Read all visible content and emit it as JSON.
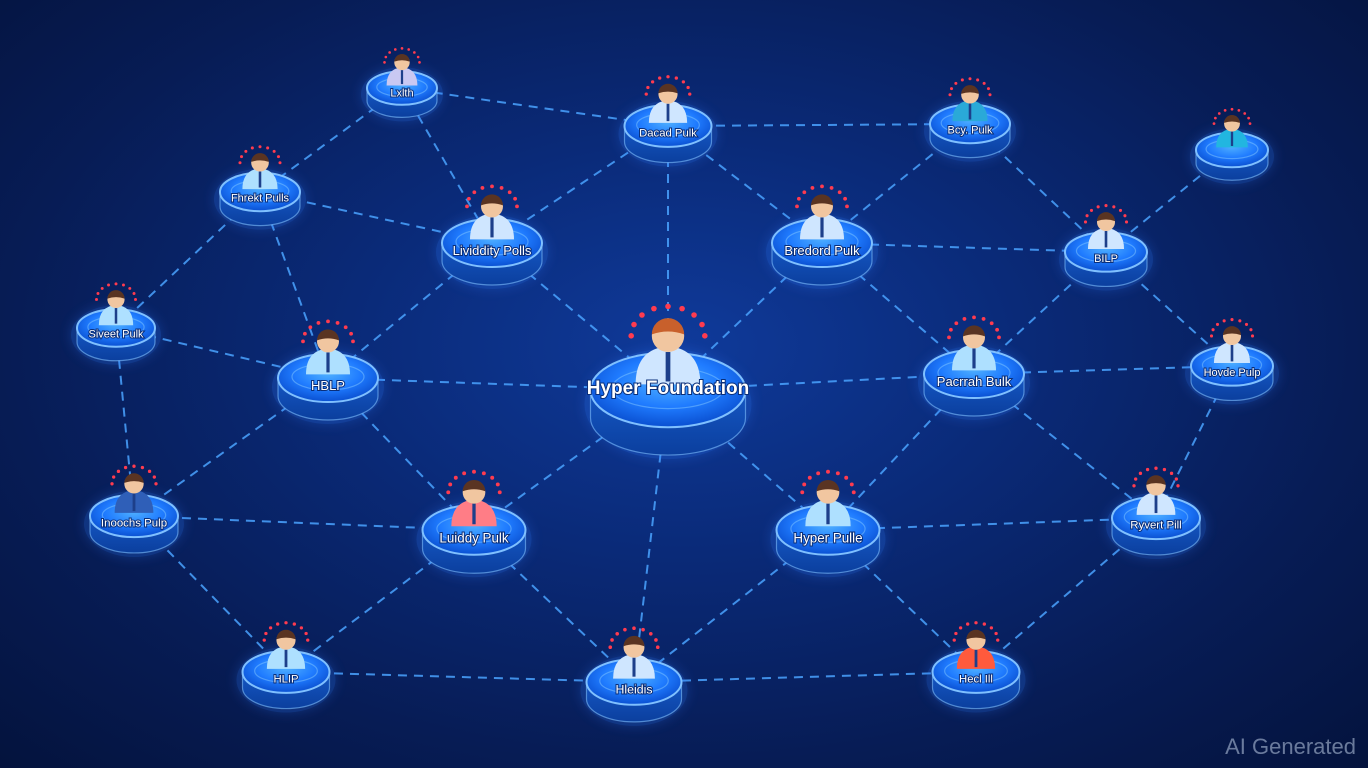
{
  "diagram": {
    "center": {
      "label": "Hyper Foundation",
      "shirt": "#cfe6ff"
    },
    "nodes": [
      {
        "id": "n-top-left",
        "label": "Lxlth",
        "shirt": "#c9c8f2"
      },
      {
        "id": "n-top-mid",
        "label": "Dacad Pulk",
        "shirt": "#cfe6ff"
      },
      {
        "id": "n-top-right",
        "label": "Bcy. Pulk",
        "shirt": "#2aa9d8"
      },
      {
        "id": "n-far-right-top",
        "label": "",
        "shirt": "#22b6e0"
      },
      {
        "id": "n-pheet",
        "label": "Fhrekt Pulls",
        "shirt": "#aee0ff"
      },
      {
        "id": "n-liquidity-top",
        "label": "Lividdity Polls",
        "shirt": "#cfe6ff"
      },
      {
        "id": "n-bredord",
        "label": "Bredord Pulk",
        "shirt": "#cfe6ff"
      },
      {
        "id": "n-bilp",
        "label": "BILP",
        "shirt": "#cfe6ff"
      },
      {
        "id": "n-siveet",
        "label": "Siveet Pulk",
        "shirt": "#aee0ff"
      },
      {
        "id": "n-hblp",
        "label": "HBLP",
        "shirt": "#aee0ff"
      },
      {
        "id": "n-pacrrah",
        "label": "Pacrrah Bulk",
        "shirt": "#aee0ff"
      },
      {
        "id": "n-house",
        "label": "Hovde Pulp",
        "shirt": "#cfe6ff"
      },
      {
        "id": "n-inoochs",
        "label": "Inoochs Pulp",
        "shirt": "#2f5fb8"
      },
      {
        "id": "n-liquidity-bottom",
        "label": "Luiddy Pulk",
        "shirt": "#ff7d86"
      },
      {
        "id": "n-hyper-pulk",
        "label": "Hyper Pulle",
        "shirt": "#aee0ff"
      },
      {
        "id": "n-ryvert",
        "label": "Ryvert Pill",
        "shirt": "#cfe6ff"
      },
      {
        "id": "n-hilp",
        "label": "HLIP",
        "shirt": "#aee0ff"
      },
      {
        "id": "n-hleidis",
        "label": "Hleidis",
        "shirt": "#cfe6ff"
      },
      {
        "id": "n-hecl",
        "label": "Hecl Ill",
        "shirt": "#ff5a3c"
      }
    ],
    "edges": [
      [
        "n-top-left",
        "n-top-mid"
      ],
      [
        "n-top-mid",
        "n-top-right"
      ],
      [
        "n-top-right",
        "n-bilp"
      ],
      [
        "n-bilp",
        "n-far-right-top"
      ],
      [
        "n-top-left",
        "n-pheet"
      ],
      [
        "n-top-left",
        "n-liquidity-top"
      ],
      [
        "n-top-mid",
        "n-liquidity-top"
      ],
      [
        "n-top-mid",
        "n-bredord"
      ],
      [
        "n-top-mid",
        "center"
      ],
      [
        "n-top-right",
        "n-bredord"
      ],
      [
        "n-pheet",
        "n-liquidity-top"
      ],
      [
        "n-pheet",
        "n-siveet"
      ],
      [
        "n-pheet",
        "n-hblp"
      ],
      [
        "n-liquidity-top",
        "n-hblp"
      ],
      [
        "n-liquidity-top",
        "center"
      ],
      [
        "n-bredord",
        "center"
      ],
      [
        "n-bredord",
        "n-bilp"
      ],
      [
        "n-bredord",
        "n-pacrrah"
      ],
      [
        "n-bilp",
        "n-pacrrah"
      ],
      [
        "n-bilp",
        "n-house"
      ],
      [
        "n-siveet",
        "n-hblp"
      ],
      [
        "n-siveet",
        "n-inoochs"
      ],
      [
        "n-hblp",
        "center"
      ],
      [
        "n-hblp",
        "n-liquidity-bottom"
      ],
      [
        "n-hblp",
        "n-inoochs"
      ],
      [
        "center",
        "n-pacrrah"
      ],
      [
        "center",
        "n-liquidity-bottom"
      ],
      [
        "center",
        "n-hyper-pulk"
      ],
      [
        "center",
        "n-hleidis"
      ],
      [
        "n-pacrrah",
        "n-house"
      ],
      [
        "n-pacrrah",
        "n-ryvert"
      ],
      [
        "n-pacrrah",
        "n-hyper-pulk"
      ],
      [
        "n-house",
        "n-ryvert"
      ],
      [
        "n-inoochs",
        "n-liquidity-bottom"
      ],
      [
        "n-inoochs",
        "n-hilp"
      ],
      [
        "n-liquidity-bottom",
        "n-hilp"
      ],
      [
        "n-liquidity-bottom",
        "n-hleidis"
      ],
      [
        "n-hyper-pulk",
        "n-ryvert"
      ],
      [
        "n-hyper-pulk",
        "n-hleidis"
      ],
      [
        "n-hyper-pulk",
        "n-hecl"
      ],
      [
        "n-ryvert",
        "n-hecl"
      ],
      [
        "n-hilp",
        "n-hleidis"
      ],
      [
        "n-hleidis",
        "n-hecl"
      ]
    ]
  },
  "watermark": "AI Generated",
  "colors": {
    "edge": "#4aa3ff",
    "pool_top": "#1f7bff",
    "pool_side": "#0b3f9e",
    "rim": "#7fc0ff",
    "sparkle": "#ff3b4f",
    "skin": "#f1c6a0",
    "hair": "#5a3422"
  }
}
